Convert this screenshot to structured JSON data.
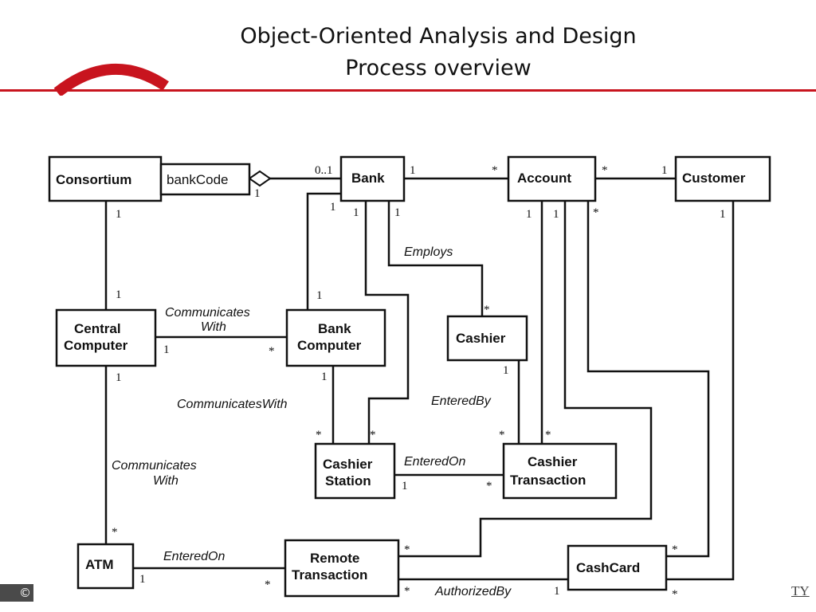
{
  "slide": {
    "title_line1": "Object-Oriented Analysis and Design",
    "title_line2": "Process overview",
    "copyright": "©",
    "footer_mark": "TY",
    "accent_color": "#c8141e"
  },
  "classes": {
    "consortium": "Consortium",
    "bank_code": "bankCode",
    "bank": "Bank",
    "account": "Account",
    "customer": "Customer",
    "central_computer_l1": "Central",
    "central_computer_l2": "Computer",
    "bank_computer_l1": "Bank",
    "bank_computer_l2": "Computer",
    "cashier": "Cashier",
    "cashier_station_l1": "Cashier",
    "cashier_station_l2": "Station",
    "cashier_transaction_l1": "Cashier",
    "cashier_transaction_l2": "Transaction",
    "atm": "ATM",
    "remote_transaction_l1": "Remote",
    "remote_transaction_l2": "Transaction",
    "cashcard": "CashCard"
  },
  "associations": {
    "communicates_with_l1": "Communicates",
    "communicates_with_l2": "With",
    "communicates_with_single": "CommunicatesWith",
    "employs": "Employs",
    "entered_by": "EnteredBy",
    "entered_on": "EnteredOn",
    "atm_communicates_l1": "Communicates",
    "atm_communicates_l2": "With",
    "atm_entered_on": "EnteredOn",
    "authorized_by": "AuthorizedBy"
  },
  "multiplicities": {
    "bank_qualifier": "0..1",
    "one": "1",
    "many": "*"
  }
}
